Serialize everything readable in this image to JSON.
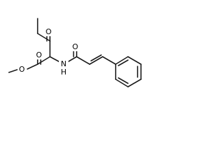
{
  "molecule": {
    "atoms": {
      "ester_carbonyl_o": "O",
      "ester_o": "O",
      "ketone_o": "O",
      "amide_o": "O",
      "amide_n": "N",
      "amide_h": "H"
    }
  }
}
